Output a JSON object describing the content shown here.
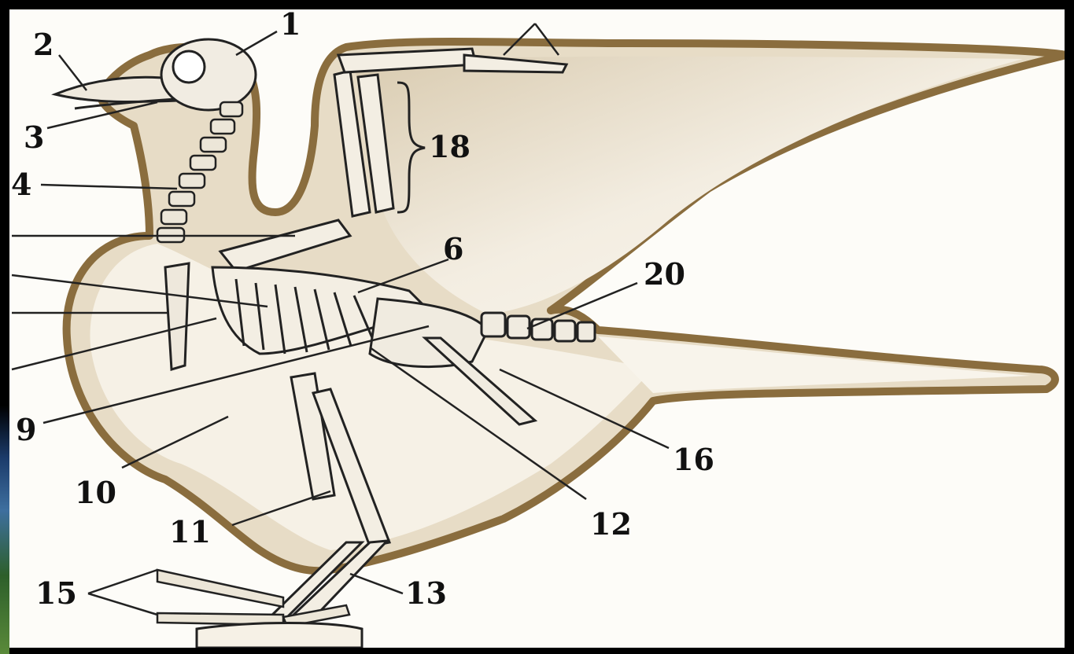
{
  "diagram": {
    "labels": [
      {
        "id": "1",
        "text": "1"
      },
      {
        "id": "2",
        "text": "2"
      },
      {
        "id": "3",
        "text": "3"
      },
      {
        "id": "4",
        "text": "4"
      },
      {
        "id": "6",
        "text": "6"
      },
      {
        "id": "9",
        "text": "9"
      },
      {
        "id": "10",
        "text": "10"
      },
      {
        "id": "11",
        "text": "11"
      },
      {
        "id": "12",
        "text": "12"
      },
      {
        "id": "13",
        "text": "13"
      },
      {
        "id": "15",
        "text": "15"
      },
      {
        "id": "16",
        "text": "16"
      },
      {
        "id": "18",
        "text": "18"
      },
      {
        "id": "20",
        "text": "20"
      }
    ]
  }
}
